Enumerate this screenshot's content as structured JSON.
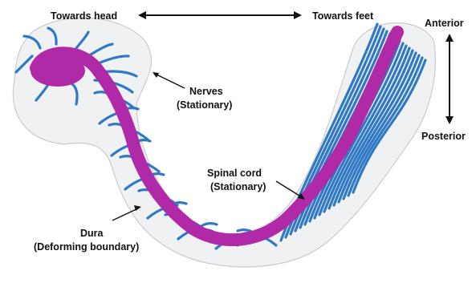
{
  "labels": {
    "towards_head": "Towards head",
    "towards_feet": "Towards feet",
    "anterior": "Anterior",
    "posterior": "Posterior",
    "nerves_line1": "Nerves",
    "nerves_line2": "(Stationary)",
    "spinal_line1": "Spinal cord",
    "spinal_line2": "(Stationary)",
    "dura_line1": "Dura",
    "dura_line2": "(Deforming boundary)"
  },
  "colors": {
    "dura": "#d9dbde",
    "spinal_cord": "#b02aa8",
    "nerves": "#2f78c4",
    "text": "#111111"
  }
}
